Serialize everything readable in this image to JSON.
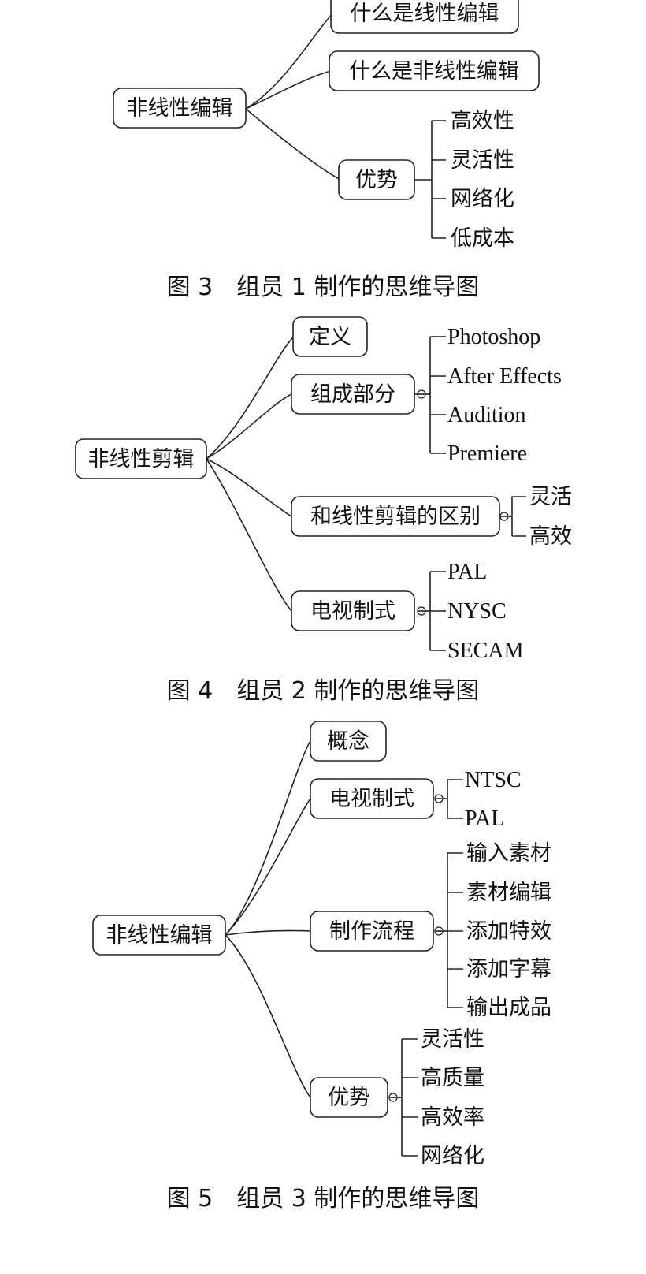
{
  "figure3": {
    "root": "非线性编辑",
    "branch1": "什么是线性编辑",
    "branch2": "什么是非线性编辑",
    "branch3": "优势",
    "advantages": [
      "高效性",
      "灵活性",
      "网络化",
      "低成本"
    ],
    "caption": "图 3　组员 1 制作的思维导图"
  },
  "figure4": {
    "root": "非线性剪辑",
    "definition": "定义",
    "components": "组成部分",
    "component_items": [
      "Photoshop",
      "After Effects",
      "Audition",
      "Premiere"
    ],
    "difference": "和线性剪辑的区别",
    "difference_items": [
      "灵活",
      "高效"
    ],
    "tv_standard": "电视制式",
    "tv_items": [
      "PAL",
      "NYSC",
      "SECAM"
    ],
    "caption": "图 4　组员 2 制作的思维导图"
  },
  "figure5": {
    "root": "非线性编辑",
    "concept": "概念",
    "tv_standard": "电视制式",
    "tv_items": [
      "NTSC",
      "PAL"
    ],
    "workflow": "制作流程",
    "workflow_items": [
      "输入素材",
      "素材编辑",
      "添加特效",
      "添加字幕",
      "输出成品"
    ],
    "advantages": "优势",
    "advantage_items": [
      "灵活性",
      "高质量",
      "高效率",
      "网络化"
    ],
    "caption": "图 5　组员 3 制作的思维导图"
  }
}
